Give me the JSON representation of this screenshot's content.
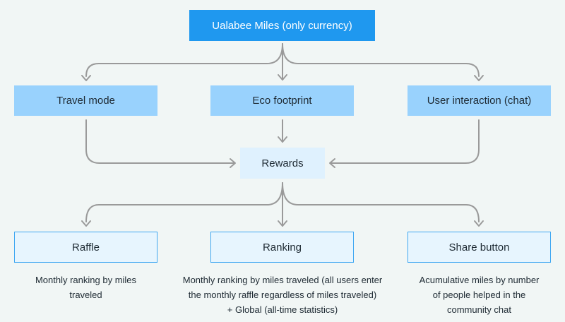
{
  "nodes": {
    "root": "Ualabee Miles (only currency)",
    "travel_mode": "Travel mode",
    "eco_footprint": "Eco footprint",
    "user_interaction": "User interaction (chat)",
    "rewards": "Rewards",
    "raffle": "Raffle",
    "ranking": "Ranking",
    "share_button": "Share button"
  },
  "descriptions": {
    "raffle": [
      "Monthly ranking by miles",
      "traveled"
    ],
    "ranking": [
      "Monthly ranking by miles traveled (all users enter",
      "the monthly raffle regardless of miles traveled)",
      "+ Global (all-time statistics)"
    ],
    "share_button": [
      "Acumulative miles by number",
      "of people helped in the",
      "community chat"
    ]
  },
  "colors": {
    "root_fill": "#1f98ef",
    "category_fill": "#99d2fd",
    "rewards_fill": "#dff1fe",
    "outcome_fill": "#e7f5fe",
    "outcome_border": "#3ea7f2",
    "connector": "#9a9a9a",
    "background": "#f1f6f5"
  }
}
